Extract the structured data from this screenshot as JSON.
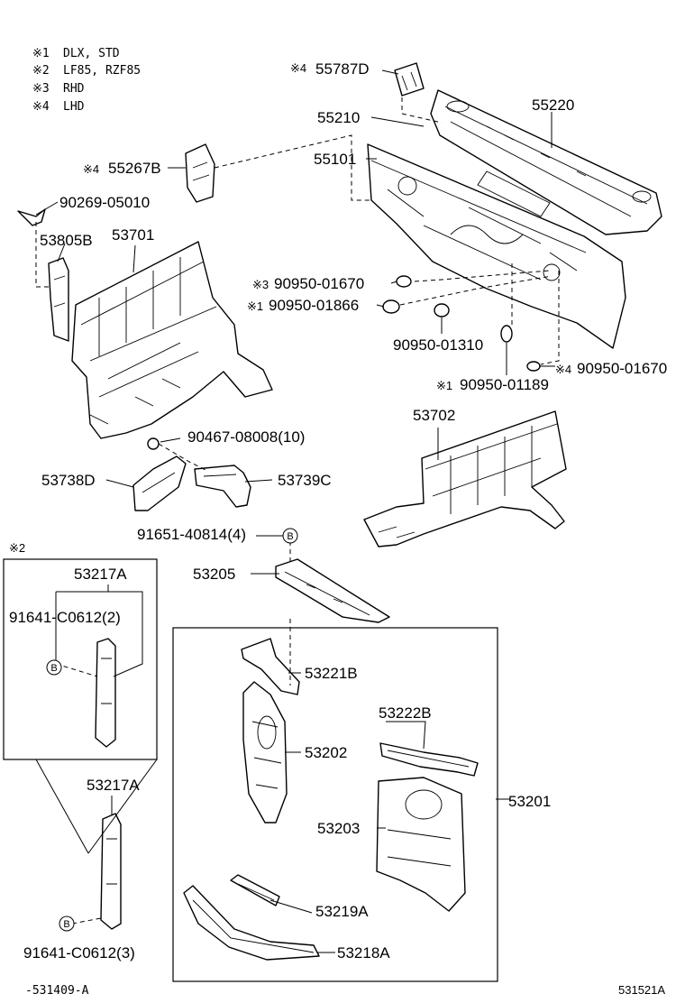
{
  "notes": [
    {
      "mark": "※1",
      "text": "DLX, STD"
    },
    {
      "mark": "※2",
      "text": "LF85, RZF85"
    },
    {
      "mark": "※3",
      "text": "RHD"
    },
    {
      "mark": "※4",
      "text": "LHD"
    }
  ],
  "labels": {
    "p55787D": "55787D",
    "p55220": "55220",
    "p55210": "55210",
    "p55101": "55101",
    "p55267B": "55267B",
    "p90269": "90269-05010",
    "p53805B": "53805B",
    "p53701": "53701",
    "p90950_01670a": "90950-01670",
    "p90950_01866": "90950-01866",
    "p90950_01310": "90950-01310",
    "p90950_01670b": "90950-01670",
    "p90950_01189": "90950-01189",
    "p53702": "53702",
    "p90467": "90467-08008(10)",
    "p53738D": "53738D",
    "p53739C": "53739C",
    "p91651": "91651-40814(4)",
    "p53205": "53205",
    "p53217A_top": "53217A",
    "p91641_2": "91641-C0612(2)",
    "p53221B": "53221B",
    "p53222B": "53222B",
    "p53202": "53202",
    "p53201": "53201",
    "p53203": "53203",
    "p53217A_bot": "53217A",
    "p53219A": "53219A",
    "p53218A": "53218A",
    "p91641_3": "91641-C0612(3)"
  },
  "marks": {
    "m4a": "※4",
    "m4b": "※4",
    "m3": "※3",
    "m1a": "※1",
    "m4c": "※4",
    "m1b": "※1",
    "m2": "※2"
  },
  "refs": {
    "b1": "B",
    "b2": "B",
    "b3": "B"
  },
  "footer": {
    "left": "-531409-A",
    "right": "531521A"
  }
}
